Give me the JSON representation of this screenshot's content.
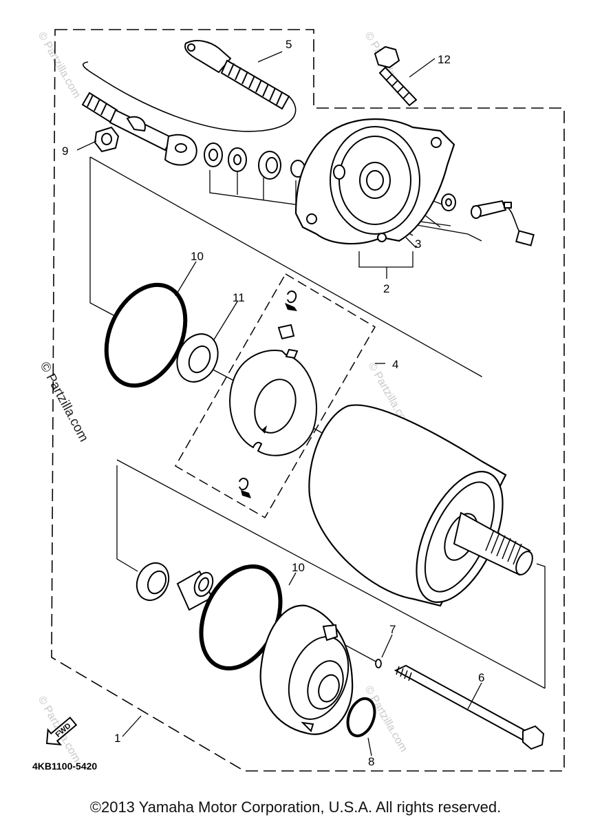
{
  "diagram": {
    "part_labels": [
      "1",
      "2",
      "3",
      "4",
      "5",
      "6",
      "7",
      "8",
      "9",
      "10",
      "10",
      "11",
      "12"
    ],
    "drawing_code": "4KB1100-5420",
    "fwd_label": "FWD",
    "watermark": "© Partzilla.com"
  },
  "footer": {
    "copyright": "©2013  Yamaha Motor Corporation, U.S.A. All rights reserved."
  }
}
